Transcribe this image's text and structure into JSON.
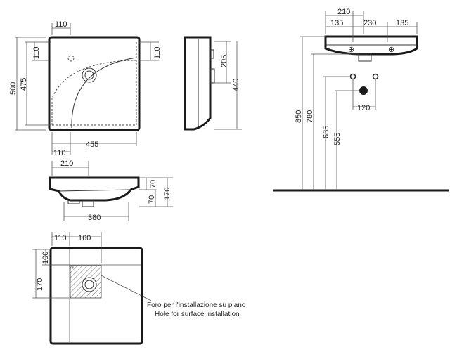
{
  "top_view": {
    "dims": {
      "left_offset": "110",
      "total_height": "500",
      "height_inner": "475",
      "left_inner": "110",
      "right_offset": "110",
      "width_455": "455",
      "bottom_offset": "110"
    }
  },
  "side_view": {
    "dims": {
      "depth_205": "205",
      "height_440": "440"
    }
  },
  "front_view": {
    "dims": {
      "width_210": "210",
      "width_380": "380",
      "height_70": "70",
      "height_70b": "70",
      "height_170": "170"
    }
  },
  "plan_view": {
    "dims": {
      "offset_110": "110",
      "offset_160": "160",
      "vertical_170": "170",
      "vertical_100": "100"
    },
    "note_it": "Foro per l'installazione su piano",
    "note_en": "Hole for surface installation"
  },
  "elevation_view": {
    "dims": {
      "top_210": "210",
      "left_135": "135",
      "center_230": "230",
      "right_135": "135",
      "height_850": "850",
      "height_780": "780",
      "height_635": "635",
      "height_555": "555",
      "drain_120": "120"
    }
  }
}
